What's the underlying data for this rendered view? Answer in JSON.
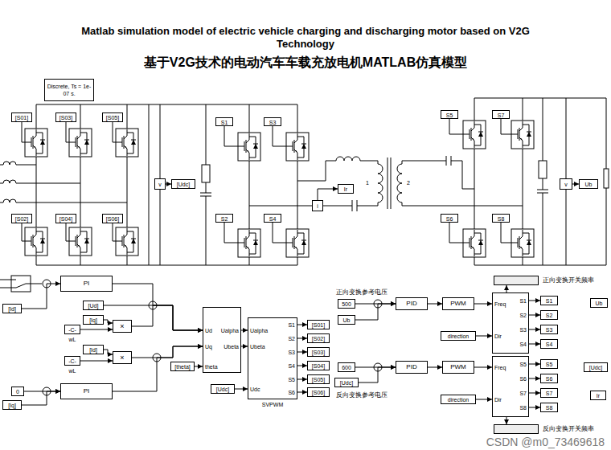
{
  "diagram": {
    "title": "Matlab simulation model of electric vehicle charging and discharging motor based on V2G Technology",
    "nodes": [
      {
        "text": [
          "Discrete, Ts = 1e-07 s."
        ]
      },
      {
        "text": [
          "[S01]"
        ]
      },
      {
        "text": [
          "[S03]"
        ]
      },
      {
        "text": [
          "[S05]"
        ]
      },
      {
        "text": [
          "[S02]"
        ]
      },
      {
        "text": [
          "[S04]"
        ]
      },
      {
        "text": [
          "[S06]"
        ]
      },
      {
        "text": [
          "v"
        ]
      },
      {
        "text": [
          "[Udc]"
        ]
      },
      {
        "text": [
          "S1"
        ]
      },
      {
        "text": [
          "S3"
        ]
      },
      {
        "text": [
          "S2"
        ]
      },
      {
        "text": [
          "S4"
        ]
      },
      {
        "text": [
          "i"
        ]
      },
      {
        "text": [
          "Ir"
        ]
      },
      {
        "text": [
          "S5"
        ]
      },
      {
        "text": [
          "S7"
        ]
      },
      {
        "text": [
          "S6"
        ]
      },
      {
        "text": [
          "S8"
        ]
      },
      {
        "text": [
          "v"
        ]
      },
      {
        "text": [
          "Ub"
        ]
      },
      {
        "text": [
          "[Id]"
        ]
      },
      {
        "text": [
          "PI"
        ]
      },
      {
        "text": [
          "[Ud]"
        ]
      },
      {
        "text": [
          "[Iq]"
        ]
      },
      {
        "text": [
          "-C-",
          "wL"
        ]
      },
      {
        "text": [
          "×"
        ]
      },
      {
        "text": [
          "[Id]"
        ]
      },
      {
        "text": [
          "-C-",
          "wL"
        ]
      },
      {
        "text": [
          "×"
        ]
      },
      {
        "text": [
          "0"
        ]
      },
      {
        "text": [
          "[Iq]"
        ]
      },
      {
        "text": [
          "PI"
        ]
      },
      {
        "text": [
          "[theta]"
        ]
      },
      {
        "text": [
          "Ud",
          "Ualpha",
          "Uq",
          "Ubeta",
          "theta"
        ]
      },
      {
        "text": [
          "[Udc]"
        ]
      },
      {
        "text": [
          "Ualpha",
          "Ubeta",
          "Udc",
          "S1",
          "S2",
          "S3",
          "S4",
          "S5",
          "S6",
          "SVPWM"
        ]
      },
      {
        "text": [
          "[S01]"
        ]
      },
      {
        "text": [
          "[S02]"
        ]
      },
      {
        "text": [
          "[S03]"
        ]
      },
      {
        "text": [
          "[S04]"
        ]
      },
      {
        "text": [
          "[S05]"
        ]
      },
      {
        "text": [
          "[S06]"
        ]
      },
      {
        "text": [
          "500"
        ]
      },
      {
        "text": [
          "Ub"
        ]
      },
      {
        "text": [
          "PID"
        ]
      },
      {
        "text": [
          "PWM"
        ]
      },
      {
        "text": [
          "正向变换开关频率"
        ]
      },
      {
        "text": [
          "Freq",
          "Dir",
          "S1",
          "S2",
          "S3",
          "S4"
        ]
      },
      {
        "text": [
          "direction"
        ]
      },
      {
        "text": [
          "S1"
        ]
      },
      {
        "text": [
          "S2"
        ]
      },
      {
        "text": [
          "S3"
        ]
      },
      {
        "text": [
          "S4"
        ]
      },
      {
        "text": [
          "600"
        ]
      },
      {
        "text": [
          "[Udc]"
        ]
      },
      {
        "text": [
          "PID"
        ]
      },
      {
        "text": [
          "PWM"
        ]
      },
      {
        "text": [
          "Freq",
          "Dir",
          "S5",
          "S6",
          "S7",
          "S8"
        ]
      },
      {
        "text": [
          "direction"
        ]
      },
      {
        "text": [
          "S5"
        ]
      },
      {
        "text": [
          "S6"
        ]
      },
      {
        "text": [
          "S7"
        ]
      },
      {
        "text": [
          "S8"
        ]
      },
      {
        "text": [
          "反向变换开关频率"
        ]
      },
      {
        "text": [
          "Ub"
        ]
      },
      {
        "text": [
          "[Udc]"
        ]
      },
      {
        "text": [
          "Ir"
        ]
      }
    ],
    "edges": [
      {
        "from": 7,
        "to": 8,
        "arrow": "to"
      },
      {
        "from": 13,
        "to": 14,
        "arrow": "to"
      },
      {
        "from": 19,
        "to": 20,
        "arrow": "to"
      },
      {
        "from": 21,
        "to": 22,
        "arrow": "to"
      },
      {
        "from": 22,
        "to": 34,
        "arrow": "to"
      },
      {
        "from": 23,
        "to": 34,
        "arrow": "to"
      },
      {
        "from": 24,
        "to": 26,
        "arrow": "to"
      },
      {
        "from": 25,
        "to": 26,
        "arrow": "to"
      },
      {
        "from": 26,
        "to": 34,
        "arrow": "to"
      },
      {
        "from": 27,
        "to": 29,
        "arrow": "to"
      },
      {
        "from": 28,
        "to": 29,
        "arrow": "to"
      },
      {
        "from": 29,
        "to": 34,
        "arrow": "to"
      },
      {
        "from": 30,
        "to": 32,
        "arrow": "to"
      },
      {
        "from": 31,
        "to": 32,
        "arrow": "to"
      },
      {
        "from": 32,
        "to": 34,
        "arrow": "to"
      },
      {
        "from": 33,
        "to": 34,
        "arrow": "to"
      },
      {
        "from": 34,
        "to": 36,
        "arrow": "to"
      },
      {
        "from": 34,
        "to": 36,
        "arrow": "to"
      },
      {
        "from": 35,
        "to": 36,
        "arrow": "to"
      },
      {
        "from": 36,
        "to": 37,
        "arrow": "to"
      },
      {
        "from": 36,
        "to": 38,
        "arrow": "to"
      },
      {
        "from": 36,
        "to": 39,
        "arrow": "to"
      },
      {
        "from": 36,
        "to": 40,
        "arrow": "to"
      },
      {
        "from": 36,
        "to": 41,
        "arrow": "to"
      },
      {
        "from": 36,
        "to": 42,
        "arrow": "to"
      },
      {
        "from": 43,
        "to": 45,
        "arrow": "to"
      },
      {
        "from": 44,
        "to": 45,
        "arrow": "to"
      },
      {
        "from": 45,
        "to": 46,
        "arrow": "to"
      },
      {
        "from": 46,
        "to": 48,
        "arrow": "to"
      },
      {
        "from": 49,
        "to": 48,
        "arrow": "to"
      },
      {
        "from": 48,
        "to": 47,
        "arrow": "to"
      },
      {
        "from": 48,
        "to": 50,
        "arrow": "to"
      },
      {
        "from": 48,
        "to": 51,
        "arrow": "to"
      },
      {
        "from": 48,
        "to": 52,
        "arrow": "to"
      },
      {
        "from": 48,
        "to": 53,
        "arrow": "to"
      },
      {
        "from": 54,
        "to": 56,
        "arrow": "to"
      },
      {
        "from": 55,
        "to": 56,
        "arrow": "to"
      },
      {
        "from": 56,
        "to": 57,
        "arrow": "to"
      },
      {
        "from": 57,
        "to": 58,
        "arrow": "to"
      },
      {
        "from": 59,
        "to": 58,
        "arrow": "to"
      },
      {
        "from": 58,
        "to": 64,
        "arrow": "to"
      },
      {
        "from": 58,
        "to": 60,
        "arrow": "to"
      },
      {
        "from": 58,
        "to": 61,
        "arrow": "to"
      },
      {
        "from": 58,
        "to": 62,
        "arrow": "to"
      },
      {
        "from": 58,
        "to": 63,
        "arrow": "to"
      }
    ],
    "labels": [
      "基于V2G技术的电动汽车车载充放电机MATLAB仿真模型",
      "1",
      "2",
      "正向变换参考电压",
      "反向变换参考电压",
      "CSDN @m0_73469618"
    ]
  }
}
